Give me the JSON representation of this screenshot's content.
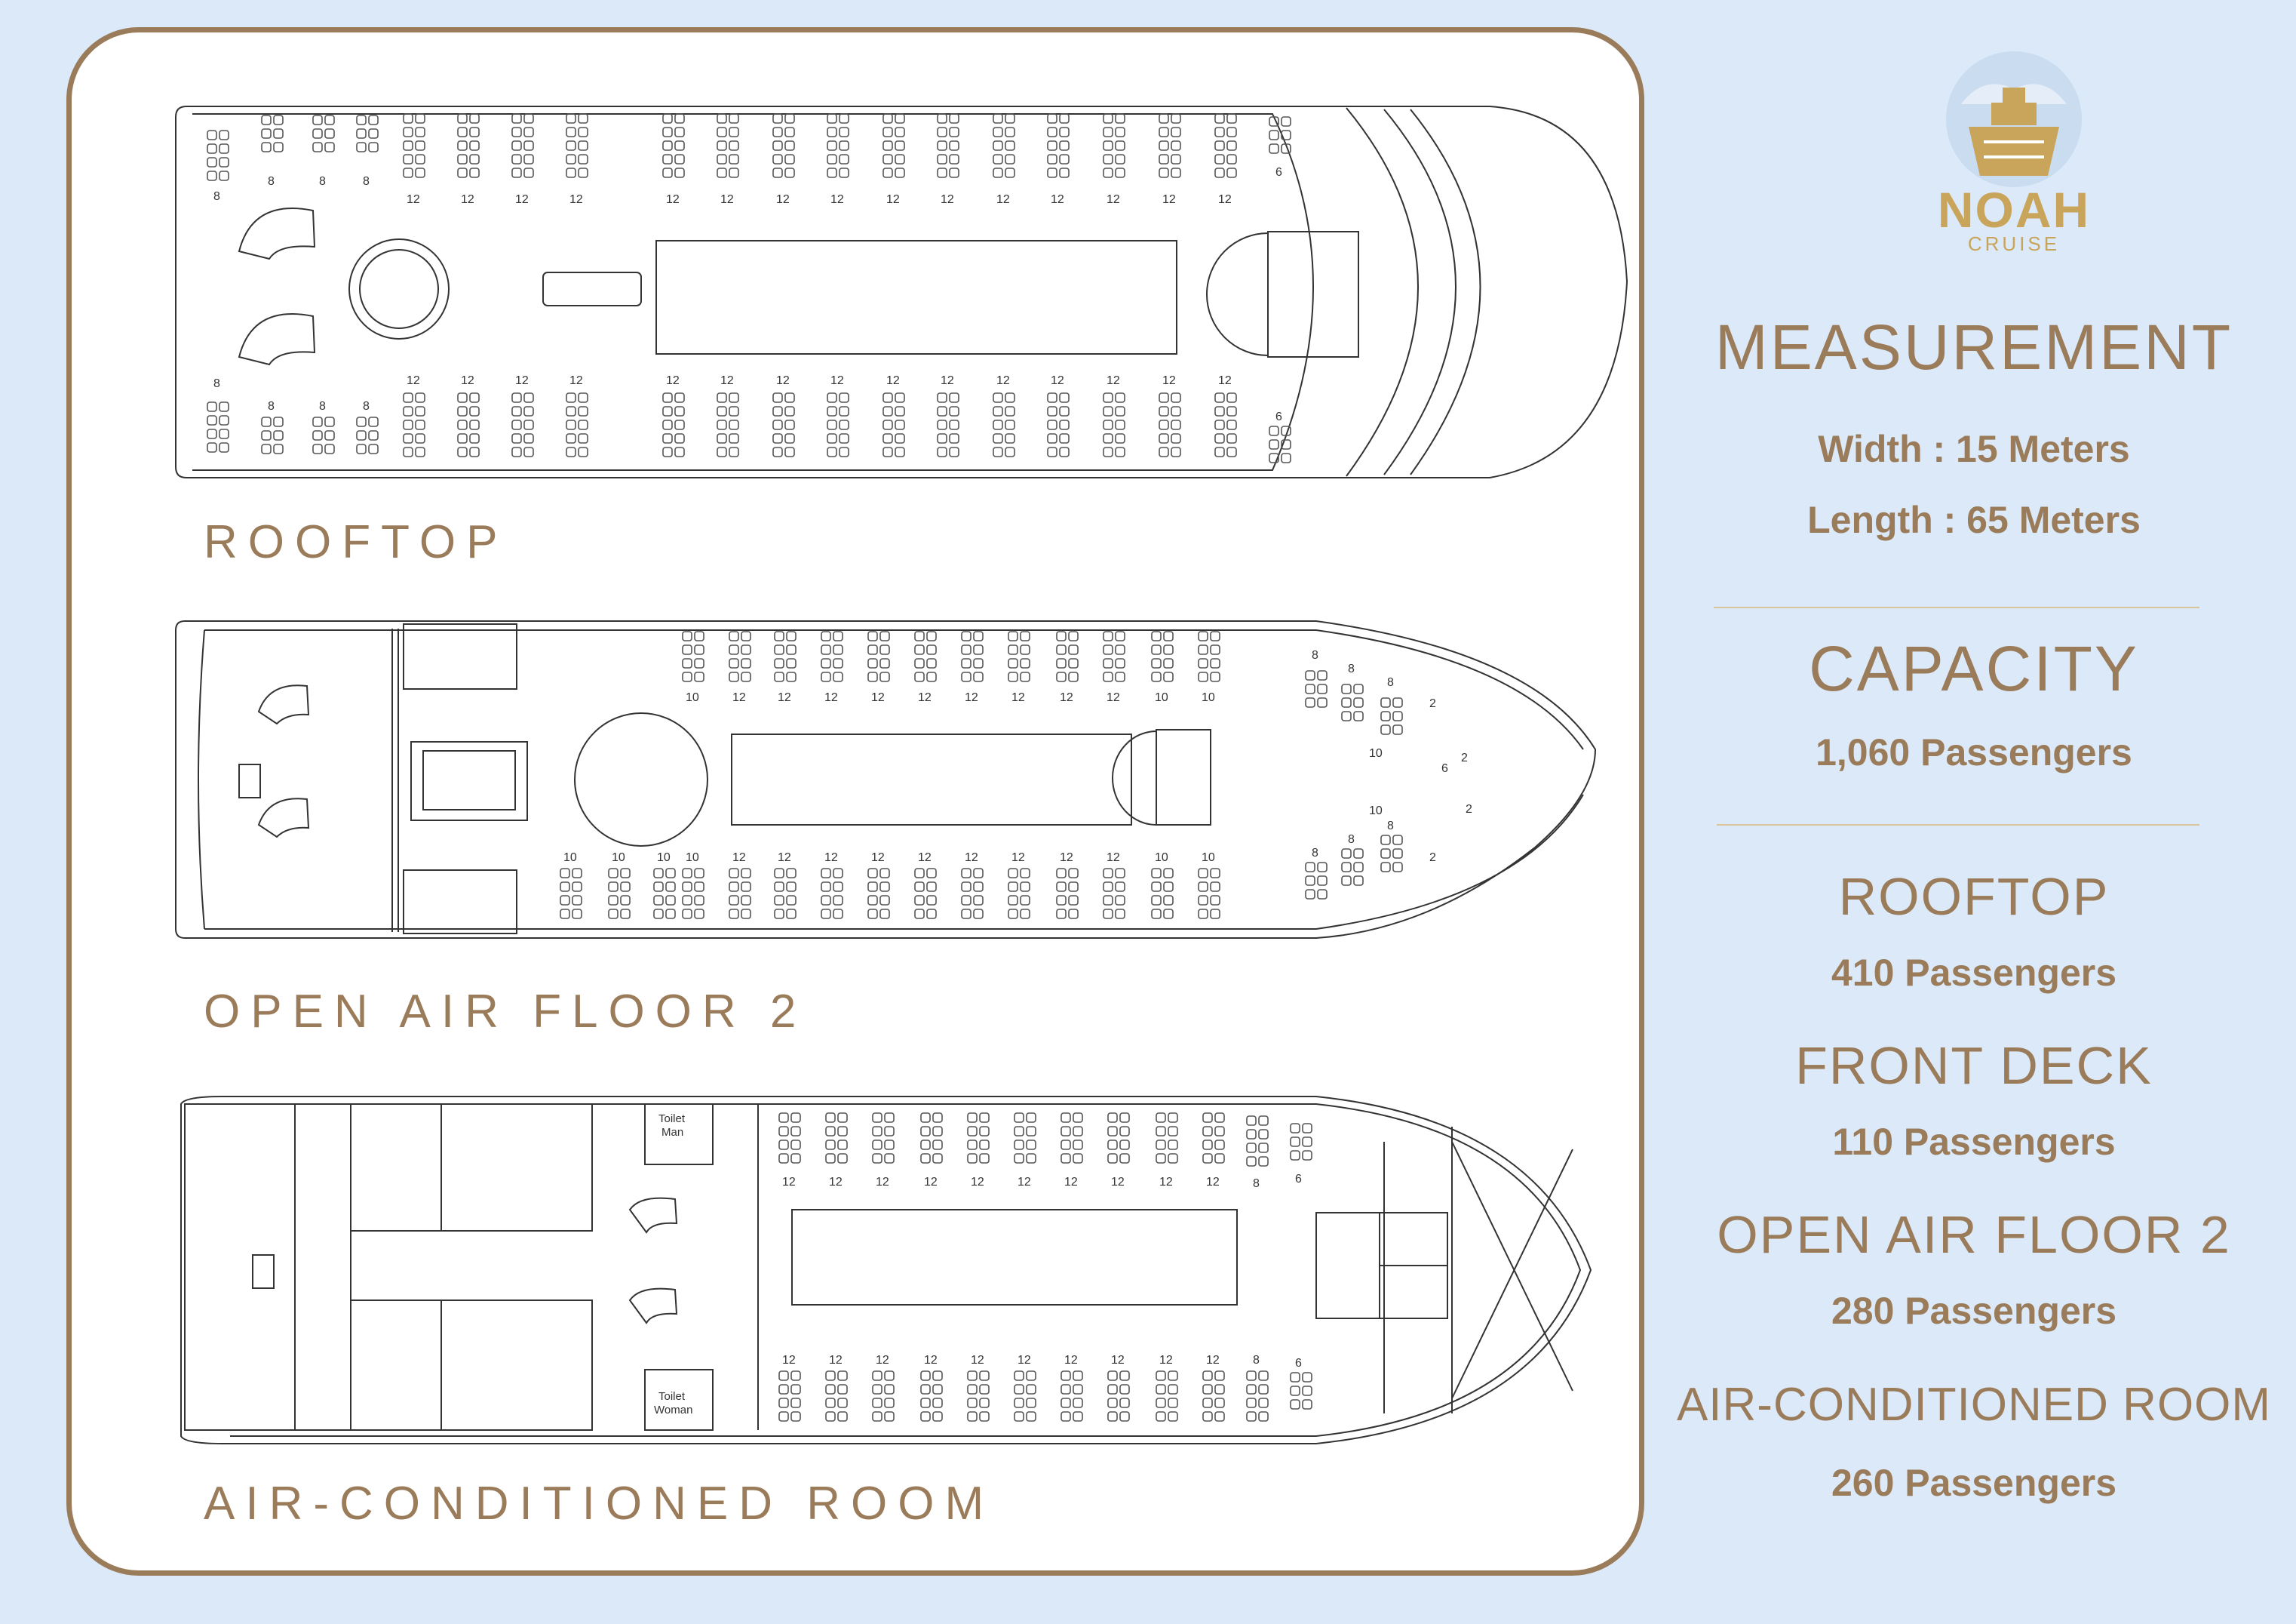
{
  "brand": {
    "logo_word": "NOAH",
    "logo_sub": "CRUISE",
    "gold": "#c9a45b",
    "accent": "#9a7b5a",
    "background": "#dbe9f8"
  },
  "decks": [
    {
      "label": "ROOFTOP"
    },
    {
      "label": "OPEN AIR FLOOR 2"
    },
    {
      "label": "AIR-CONDITIONED ROOM"
    }
  ],
  "plan_text": {
    "seat_12": "12",
    "seat_10": "10",
    "seat_8": "8",
    "seat_6": "6",
    "seat_2": "2",
    "toilet_man_1": "Toilet",
    "toilet_man_2": "Man",
    "toilet_woman_1": "Toilet",
    "toilet_woman_2": "Woman"
  },
  "info": {
    "measurement": {
      "title": "MEASUREMENT",
      "width": "Width : 15 Meters",
      "length": "Length : 65 Meters"
    },
    "capacity": {
      "title": "CAPACITY",
      "total": "1,060 Passengers"
    },
    "breakdown": [
      {
        "name": "ROOFTOP",
        "value": "410 Passengers"
      },
      {
        "name": "FRONT DECK",
        "value": "110 Passengers"
      },
      {
        "name": "OPEN AIR FLOOR 2",
        "value": "280 Passengers"
      },
      {
        "name": "AIR-CONDITIONED ROOM",
        "value": "260 Passengers"
      }
    ]
  }
}
